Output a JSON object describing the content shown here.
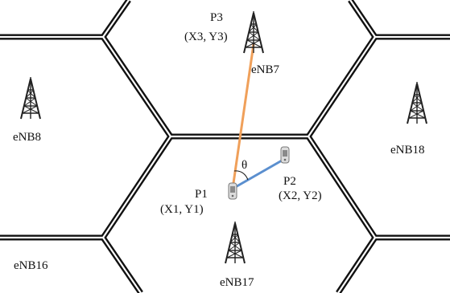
{
  "labels": {
    "p3": "P3",
    "p3_coords": "(X3, Y3)",
    "enb7": "eNB7",
    "enb8": "eNB8",
    "enb18": "eNB18",
    "theta": "θ",
    "p1": "P1",
    "p1_coords": "(X1, Y1)",
    "p2": "P2",
    "p2_coords": "(X2, Y2)",
    "enb16": "eNB16",
    "enb17": "eNB17"
  },
  "colors": {
    "cell_border": "#111111",
    "orange_line": "#f0a05a",
    "blue_line": "#5b8fcf",
    "tower": "#222222"
  },
  "icons": {
    "tower": "cell-tower-icon",
    "phone": "mobile-phone-icon"
  }
}
